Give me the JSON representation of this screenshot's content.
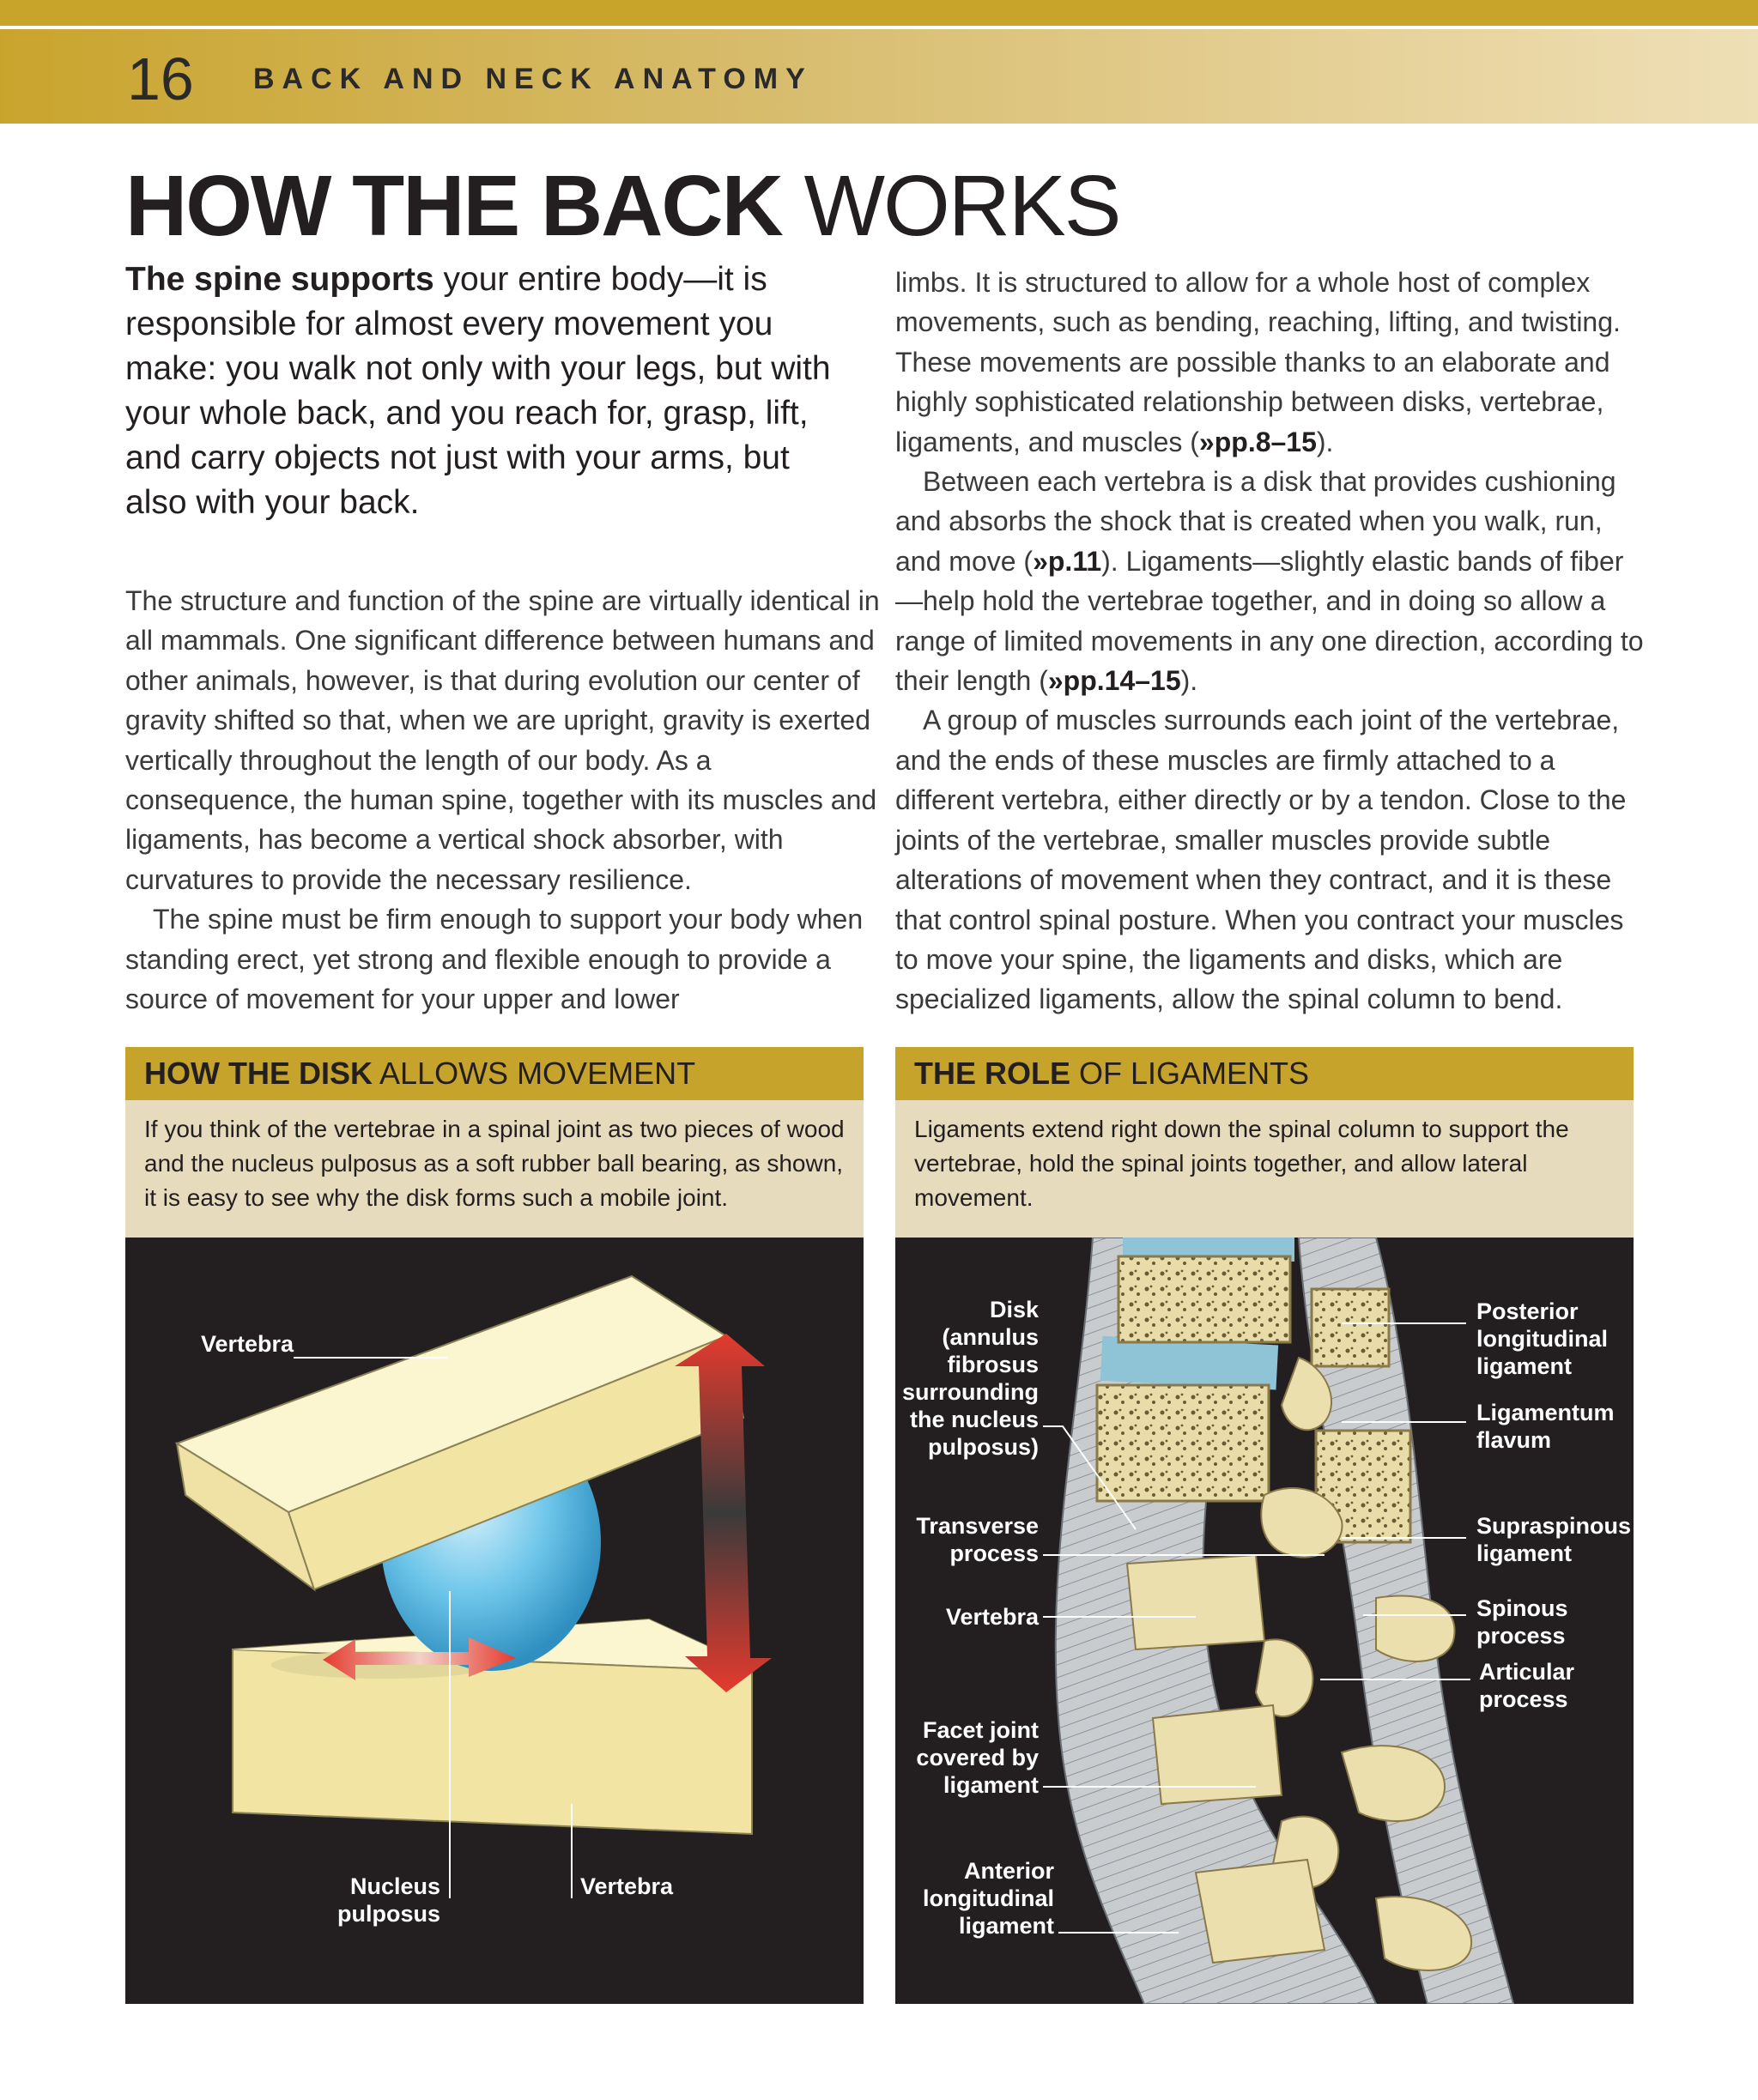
{
  "header": {
    "page_number": "16",
    "section_title": "BACK AND NECK ANATOMY"
  },
  "title": {
    "bold": "HOW THE BACK",
    "light": "WORKS"
  },
  "intro": {
    "lead": "The spine supports",
    "rest": " your entire body—it is responsible for almost every movement you make: you walk not only with your legs, but with your whole back, and you reach for, grasp, lift, and carry objects not just with your arms, but also with your back."
  },
  "column1": {
    "p1": "The structure and function of the spine are virtually identical in all mammals. One significant difference between humans and other animals, however, is that during evolution our center of gravity shifted so that, when we are upright, gravity is exerted vertically throughout the length of our body. As a consequence, the human spine, together with its muscles and ligaments, has become a vertical shock absorber, with curvatures to provide the necessary resilience.",
    "p2": "The spine must be firm enough to support your body when standing erect, yet strong and flexible enough to provide a source of movement for your upper and lower"
  },
  "column2": {
    "p1a": "limbs. It is structured to allow for a whole host of complex movements, such as bending, reaching, lifting, and twisting. These movements are possible thanks to an elaborate and highly sophisticated relationship between disks, vertebrae, ligaments, and muscles (",
    "p1ref": "»pp.8–15",
    "p1b": ").",
    "p2a": "Between each vertebra is a disk that provides cushioning and absorbs the shock that is created when you walk, run, and move (",
    "p2ref1": "»p.11",
    "p2b": "). Ligaments—slightly elastic bands of fiber—help hold the vertebrae together, and in doing so allow a range of limited movements in any one direction, according to their length (",
    "p2ref2": "»pp.14–15",
    "p2c": ").",
    "p3": "A group of muscles surrounds each joint of the vertebrae, and the ends of these muscles are firmly attached to a different vertebra, either directly or by a tendon. Close to the joints of the vertebrae, smaller muscles provide subtle alterations of movement when they contract, and it is these that control spinal posture. When you contract your muscles to move your spine, the ligaments and disks, which are specialized ligaments, allow the spinal column to bend."
  },
  "panel_disk": {
    "title_bold": "HOW THE DISK",
    "title_light": "ALLOWS MOVEMENT",
    "description": "If you think of the vertebrae in a spinal joint as two pieces of wood and the nucleus pulposus as a soft rubber ball bearing, as shown, it is easy to see why the disk forms such a mobile joint.",
    "labels": {
      "vertebra_top": "Vertebra",
      "nucleus": "Nucleus pulposus",
      "vertebra_bottom": "Vertebra"
    },
    "colors": {
      "block": "#f7eeae",
      "ball": "#6ec6ea",
      "arrow": "#e53a2e"
    }
  },
  "panel_ligaments": {
    "title_bold": "THE ROLE",
    "title_light": "OF LIGAMENTS",
    "description": "Ligaments extend right down the spinal column to support the vertebrae, hold the spinal joints together, and allow lateral movement.",
    "labels": {
      "disk": "Disk (annulus fibrosus surrounding the nucleus pulposus)",
      "transverse": "Transverse process",
      "vertebra": "Vertebra",
      "facet": "Facet joint covered by ligament",
      "anterior": "Anterior longitudinal ligament",
      "posterior": "Posterior longitudinal ligament",
      "flavum": "Ligamentum flavum",
      "supraspinous": "Supraspinous ligament",
      "spinous": "Spinous process",
      "articular": "Articular process"
    }
  },
  "colors": {
    "gold": "#c6a32b",
    "panel_desc_bg": "#e6dbbd",
    "art_bg": "#231f20",
    "bone": "#ecdfae"
  }
}
